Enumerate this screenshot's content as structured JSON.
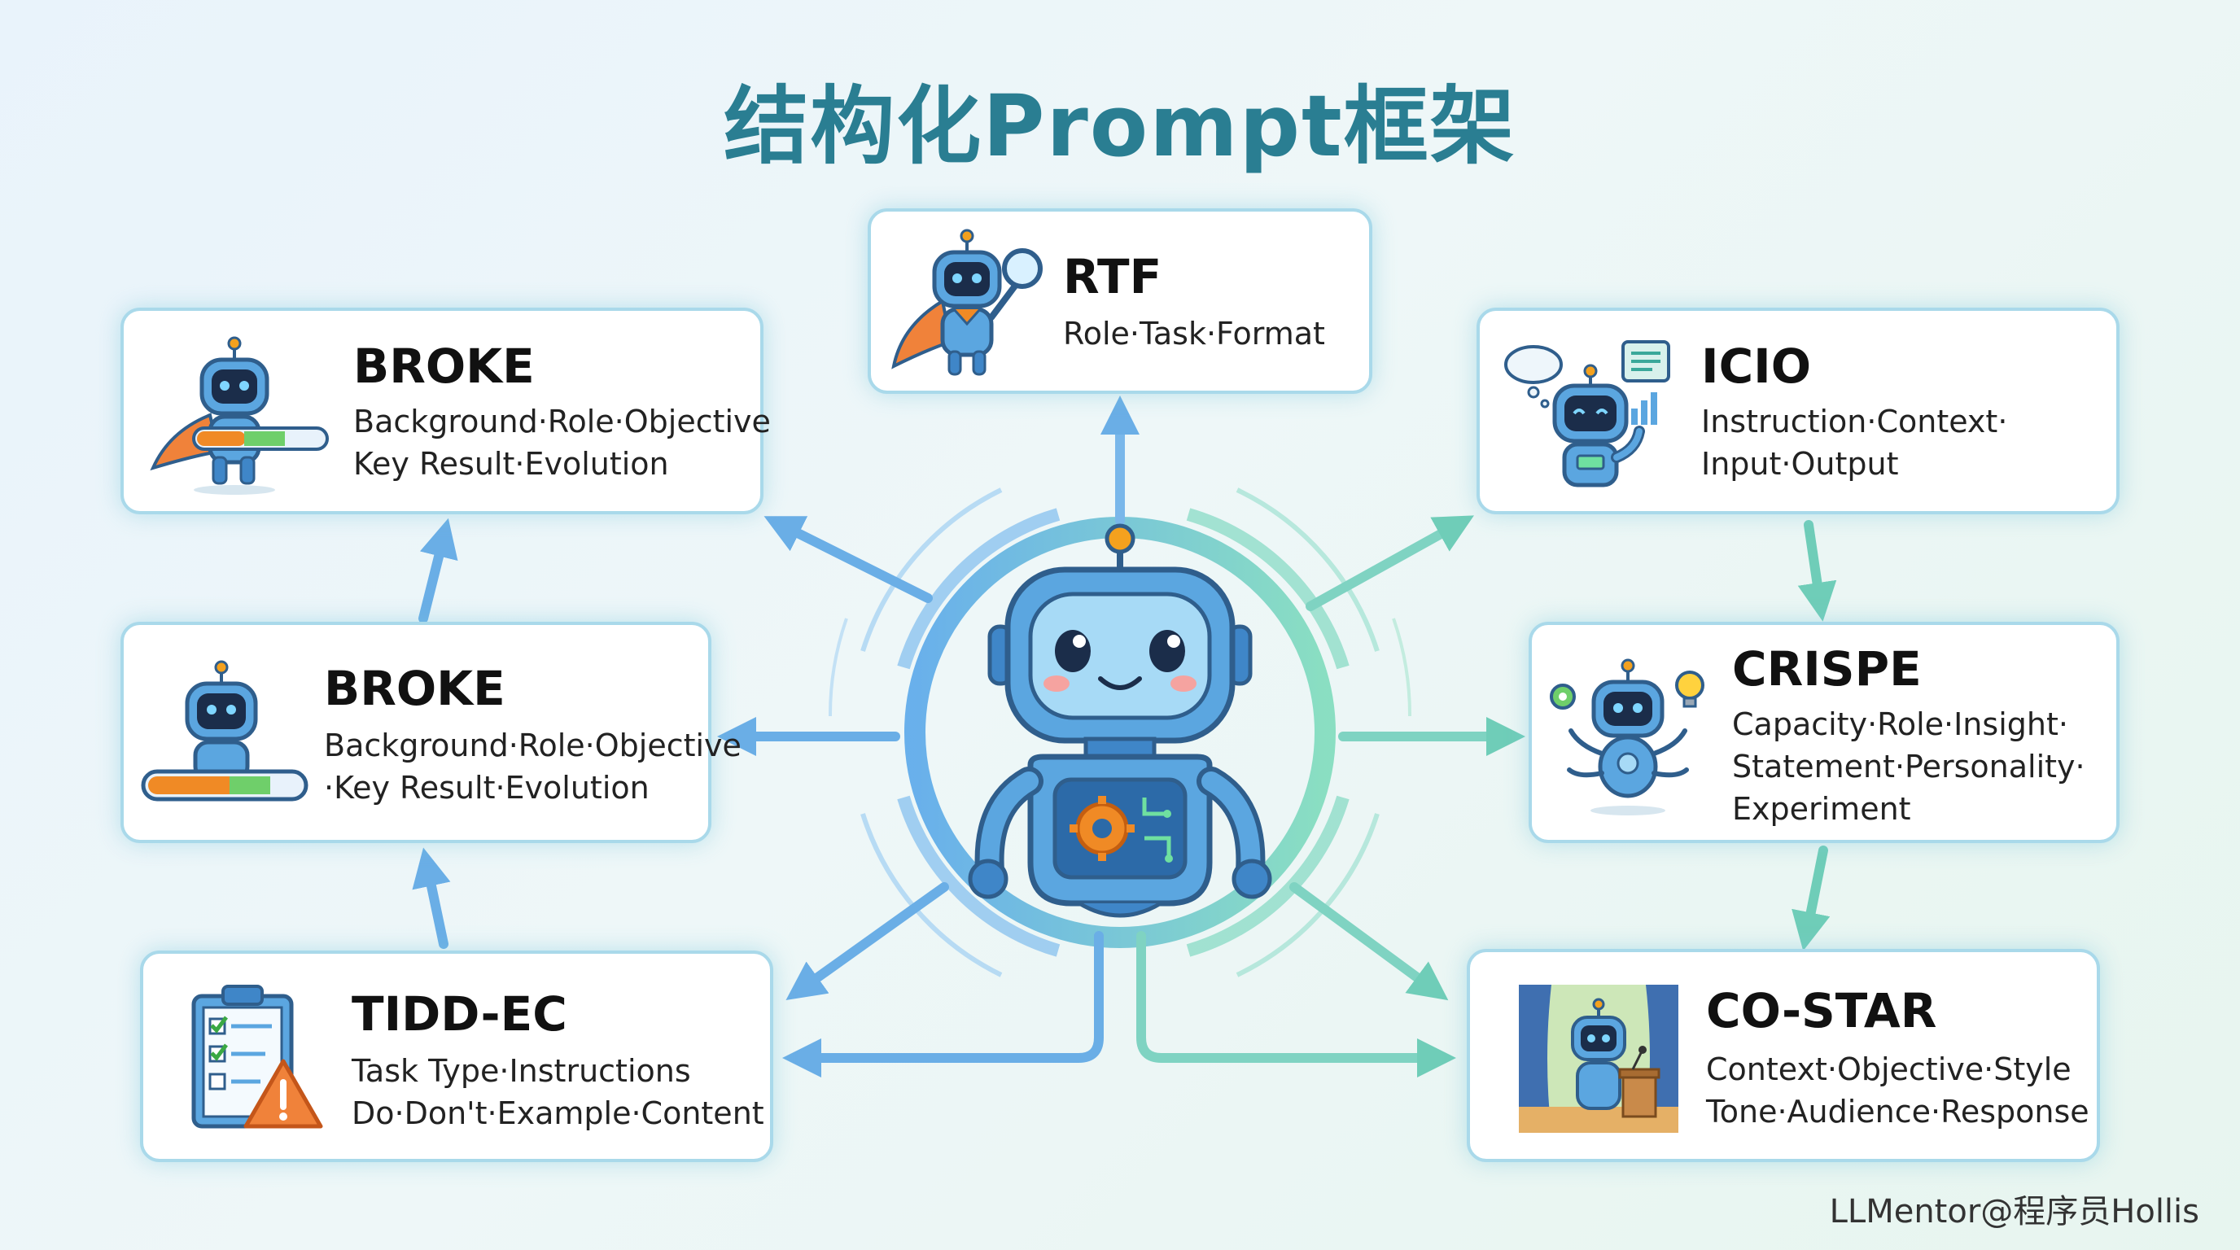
{
  "title": "结构化Prompt框架",
  "watermark": "LLMentor@程序员Hollis",
  "center": {
    "icon": "central-robot-icon"
  },
  "frameworks": [
    {
      "key": "rtf",
      "name": "RTF",
      "lines": [
        "Role·Task·Format"
      ],
      "icon": "superhero-robot-magnifier-icon"
    },
    {
      "key": "broke-top",
      "name": "BROKE",
      "lines": [
        "Background·Role·Objective",
        "Key Result·Evolution"
      ],
      "icon": "superhero-robot-progress-bar-icon"
    },
    {
      "key": "broke-mid",
      "name": "BROKE",
      "lines": [
        "Background·Role·Objective",
        "·Key Result·Evolution"
      ],
      "icon": "robot-progress-bar-icon"
    },
    {
      "key": "tidd-ec",
      "name": "TIDD-EC",
      "lines": [
        "Task Type·Instructions",
        "Do·Don't·Example·Content"
      ],
      "icon": "checklist-clipboard-warning-icon"
    },
    {
      "key": "icio",
      "name": "ICIO",
      "lines": [
        "Instruction·Context·",
        "Input·Output"
      ],
      "icon": "robot-chat-bubbles-icon"
    },
    {
      "key": "crispe",
      "name": "CRISPE",
      "lines": [
        "Capacity·Role·Insight·",
        "Statement·Personality·",
        "Experiment"
      ],
      "icon": "multi-arm-robot-idea-icon"
    },
    {
      "key": "co-star",
      "name": "CO-STAR",
      "lines": [
        "Context·Objective·Style",
        "Tone·Audience·Response"
      ],
      "icon": "robot-on-stage-icon"
    }
  ],
  "colors": {
    "title": "#2a7e92",
    "arrow_blue": "#6aaee6",
    "arrow_green": "#7fd3c2",
    "card_border": "#a9d9ea"
  }
}
